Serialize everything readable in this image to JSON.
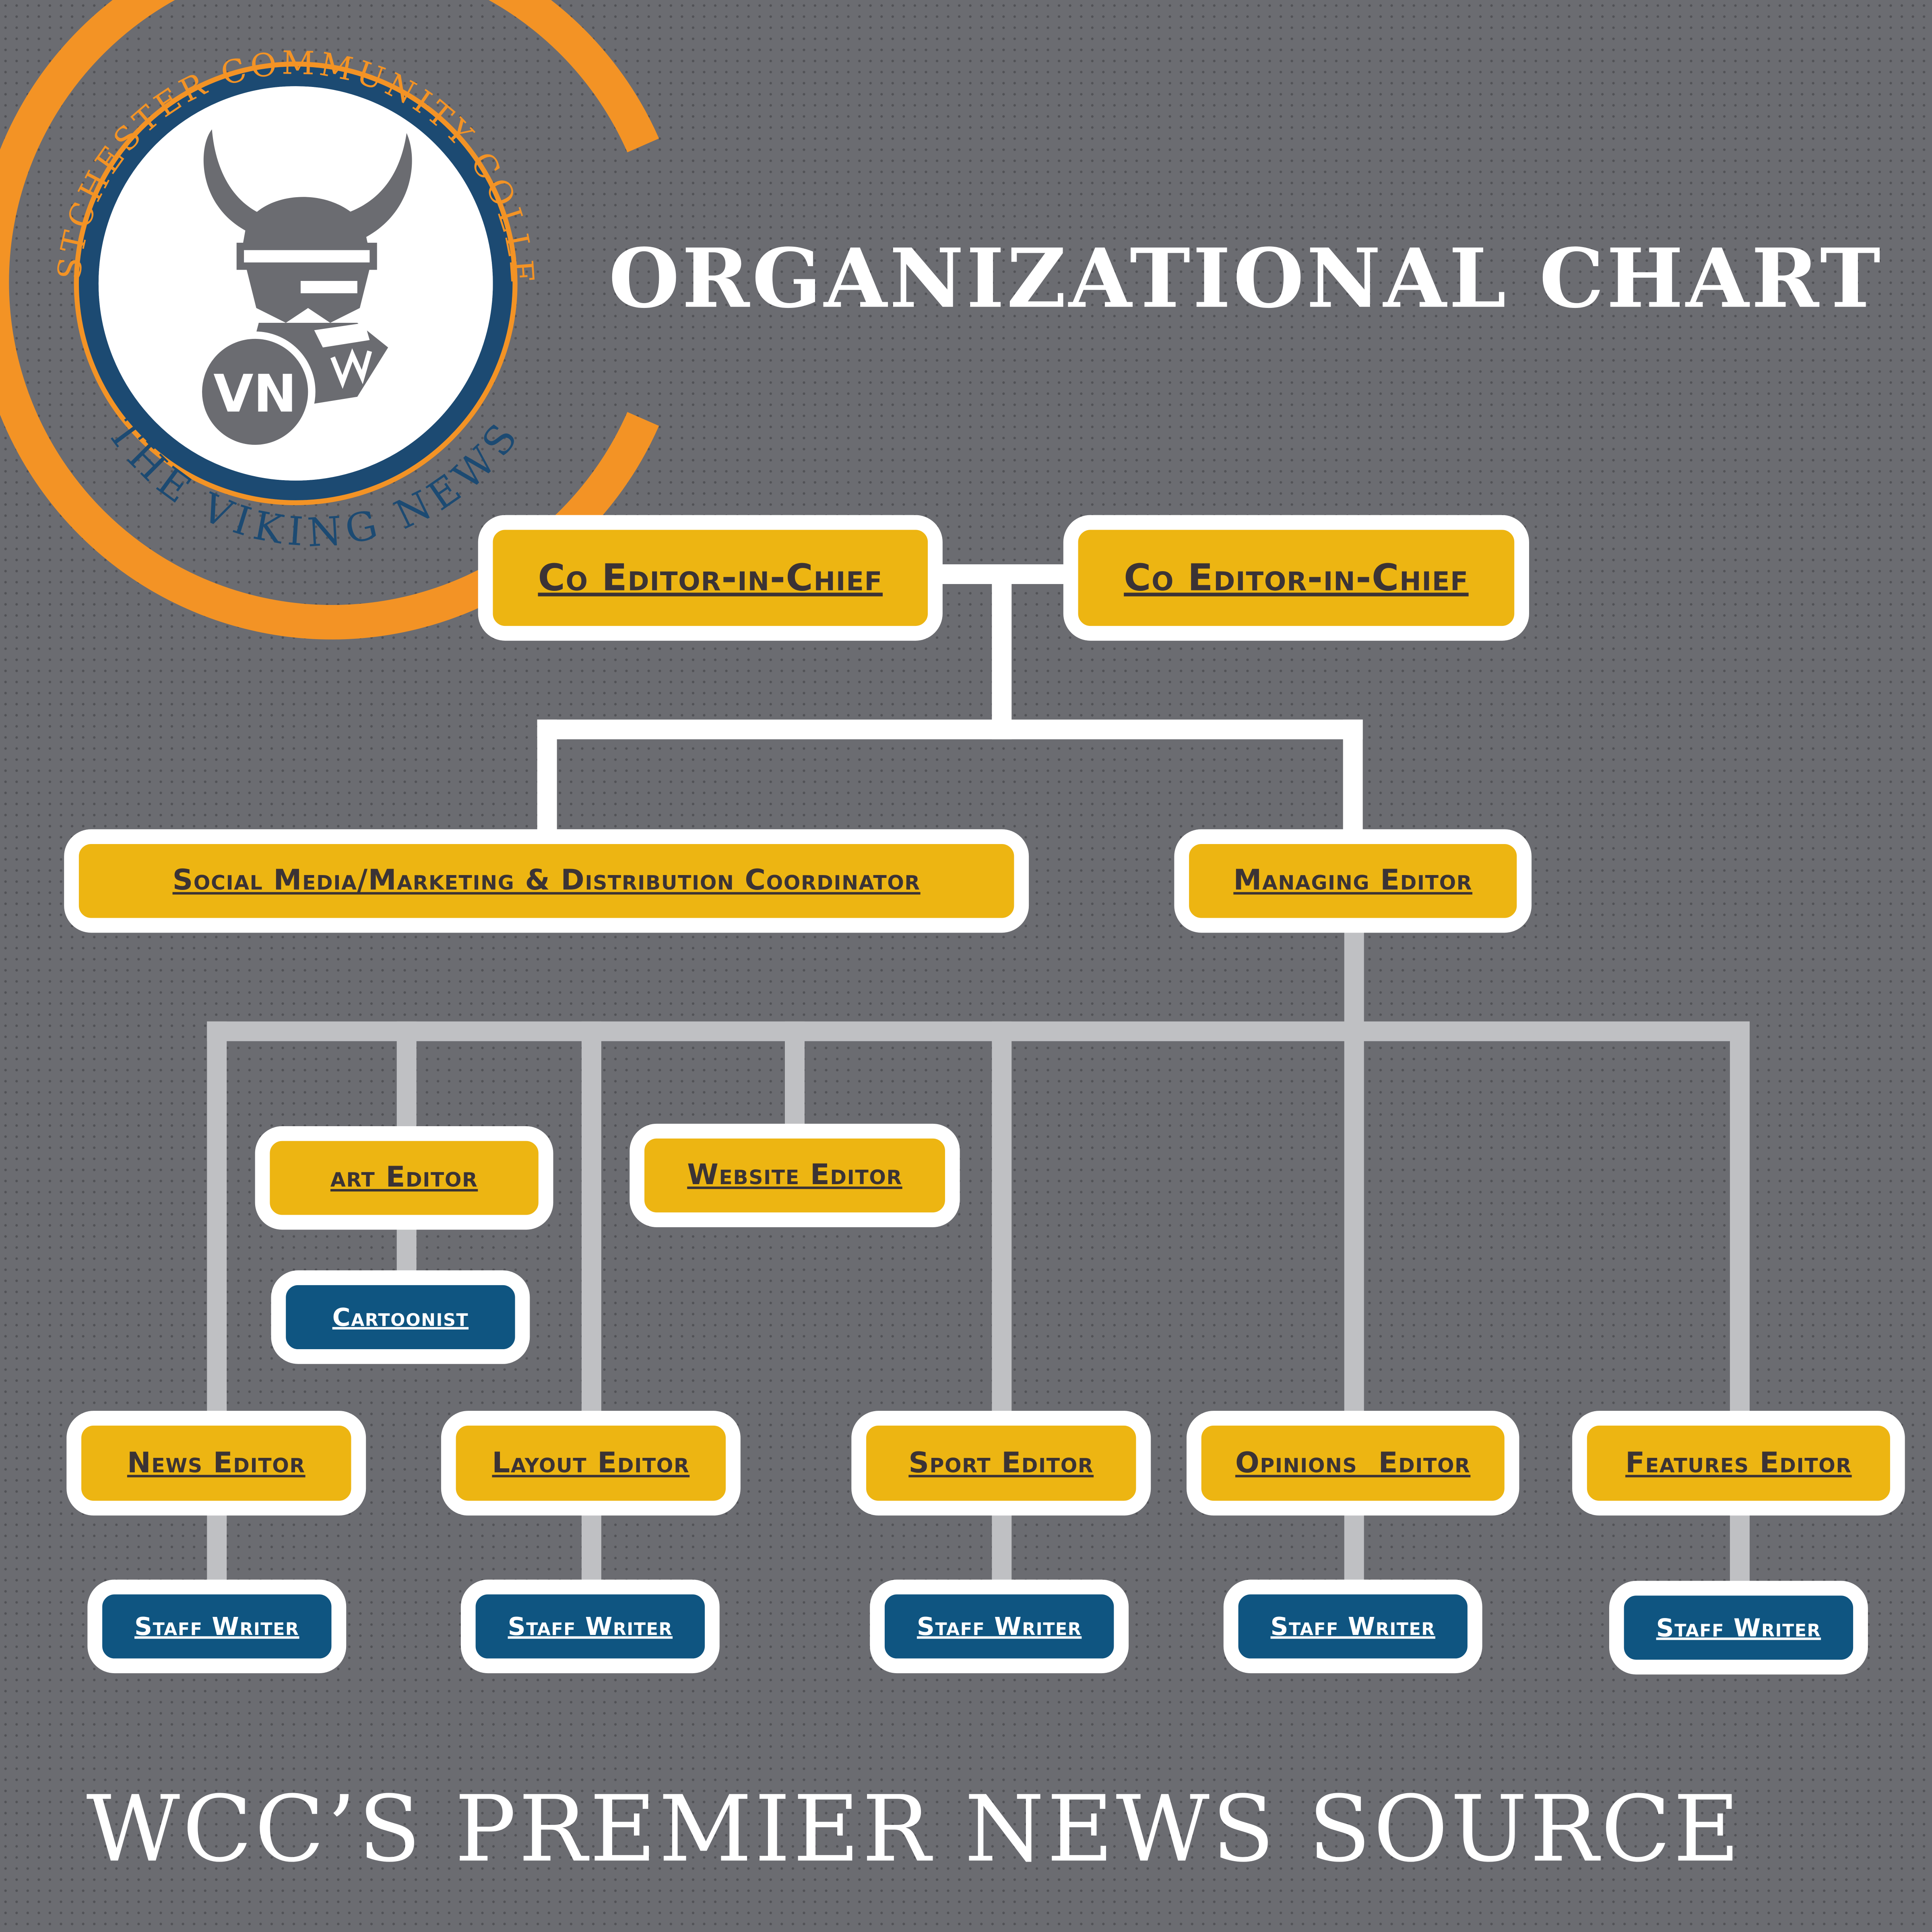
{
  "title": "ORGANIZATIONAL CHART",
  "footer": "WCC’S PREMIER NEWS SOURCE",
  "logo": {
    "arc_top_text": "WESTCHESTER COMMUNITY COLLEGE",
    "arc_bottom_text": "THE VIKING NEWS",
    "monogram": "VN",
    "colors": {
      "orange": "#f39325",
      "navy": "#1c4a72",
      "grey": "#6b6c71",
      "white": "#ffffff"
    }
  },
  "colors": {
    "background": "#6b6c71",
    "editor_box": "#edb512",
    "editor_text": "#3b3335",
    "staff_box": "#0f5581",
    "staff_text": "#ffffff",
    "top_connector": "#ffffff",
    "lower_connector": "#bfc0c3"
  },
  "nodes": {
    "co_editor_1": "Co Editor-in-Chief",
    "co_editor_2": "Co Editor-in-Chief",
    "social_media": "Social Media/Marketing & Distribution Coordinator",
    "managing_editor": "Managing Editor",
    "art_editor": "art Editor",
    "cartoonist": "Cartoonist",
    "website_editor": "Website Editor",
    "news_editor": "News Editor",
    "layout_editor": "Layout Editor",
    "sport_editor": "Sport Editor",
    "opinions_editor": "Opinions  Editor",
    "features_editor": "Features Editor",
    "staff_writer_news": "Staff Writer",
    "staff_writer_layout": "Staff Writer",
    "staff_writer_sport": "Staff Writer",
    "staff_writer_opinions": "Staff Writer",
    "staff_writer_features": "Staff Writer"
  }
}
